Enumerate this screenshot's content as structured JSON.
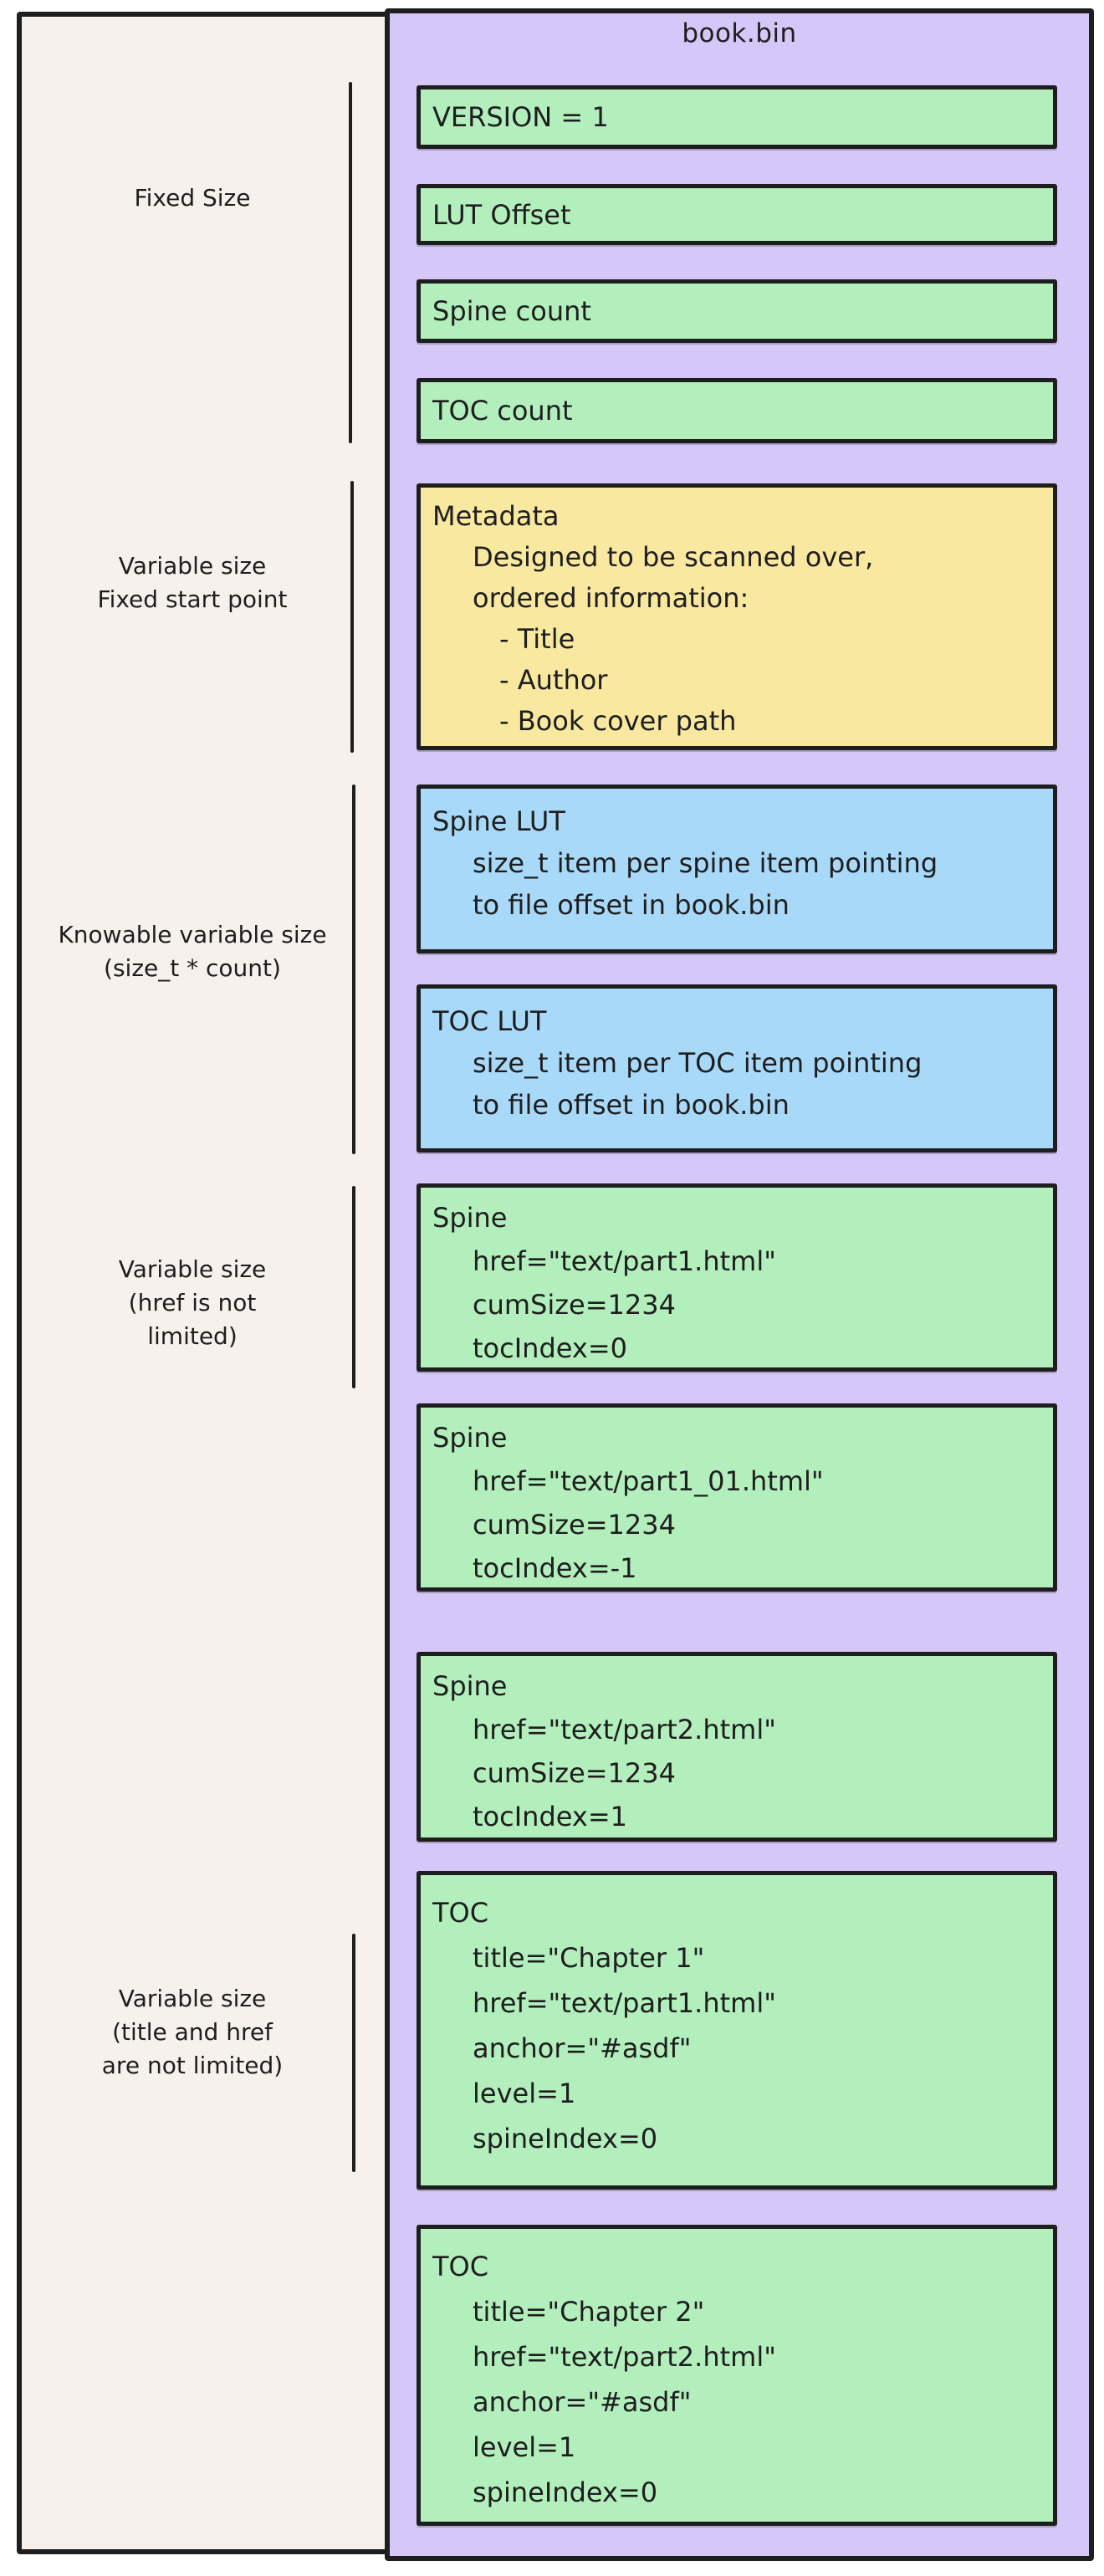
{
  "title": "book.bin",
  "palette": {
    "container": "#d5c7f7",
    "panel": "#f6f1ec",
    "green": "#b3efbd",
    "blue": "#a9d9f9",
    "yellow": "#f9e8a0",
    "stroke": "#1e1e1e"
  },
  "left_labels": [
    {
      "lines": [
        "Fixed Size"
      ]
    },
    {
      "lines": [
        "Variable size",
        "Fixed start point"
      ]
    },
    {
      "lines": [
        "Knowable variable size",
        "(size_t * count)"
      ]
    },
    {
      "lines": [
        "Variable size",
        "(href is not",
        "limited)"
      ]
    },
    {
      "lines": [
        "Variable size",
        "(title and href",
        "are not limited)"
      ]
    }
  ],
  "boxes": [
    {
      "name": "version",
      "color": "green",
      "lines": [
        {
          "t": "VERSION = 1",
          "i": 0
        }
      ]
    },
    {
      "name": "lut-offset",
      "color": "green",
      "lines": [
        {
          "t": "LUT Offset",
          "i": 0
        }
      ]
    },
    {
      "name": "spine-count",
      "color": "green",
      "lines": [
        {
          "t": "Spine count",
          "i": 0
        }
      ]
    },
    {
      "name": "toc-count",
      "color": "green",
      "lines": [
        {
          "t": "TOC count",
          "i": 0
        }
      ]
    },
    {
      "name": "metadata",
      "color": "yellow",
      "lines": [
        {
          "t": "Metadata",
          "i": 0
        },
        {
          "t": "Designed to be scanned over,",
          "i": 1
        },
        {
          "t": "ordered information:",
          "i": 1
        },
        {
          "t": "- Title",
          "i": 2
        },
        {
          "t": "- Author",
          "i": 2
        },
        {
          "t": "- Book cover path",
          "i": 2
        }
      ]
    },
    {
      "name": "spine-lut",
      "color": "blue",
      "lines": [
        {
          "t": "Spine LUT",
          "i": 0
        },
        {
          "t": "size_t item per spine item pointing",
          "i": 1
        },
        {
          "t": "to file offset in book.bin",
          "i": 1
        }
      ]
    },
    {
      "name": "toc-lut",
      "color": "blue",
      "lines": [
        {
          "t": "TOC LUT",
          "i": 0
        },
        {
          "t": "size_t item per TOC item pointing",
          "i": 1
        },
        {
          "t": "to file offset in book.bin",
          "i": 1
        }
      ]
    },
    {
      "name": "spine-1",
      "color": "green",
      "lines": [
        {
          "t": "Spine",
          "i": 0
        },
        {
          "t": "href=\"text/part1.html\"",
          "i": 1
        },
        {
          "t": "cumSize=1234",
          "i": 1
        },
        {
          "t": "tocIndex=0",
          "i": 1
        }
      ]
    },
    {
      "name": "spine-2",
      "color": "green",
      "lines": [
        {
          "t": "Spine",
          "i": 0
        },
        {
          "t": "href=\"text/part1_01.html\"",
          "i": 1
        },
        {
          "t": "cumSize=1234",
          "i": 1
        },
        {
          "t": "tocIndex=-1",
          "i": 1
        }
      ]
    },
    {
      "name": "spine-3",
      "color": "green",
      "lines": [
        {
          "t": "Spine",
          "i": 0
        },
        {
          "t": "href=\"text/part2.html\"",
          "i": 1
        },
        {
          "t": "cumSize=1234",
          "i": 1
        },
        {
          "t": "tocIndex=1",
          "i": 1
        }
      ]
    },
    {
      "name": "toc-1",
      "color": "green",
      "lines": [
        {
          "t": "TOC",
          "i": 0
        },
        {
          "t": "title=\"Chapter 1\"",
          "i": 1
        },
        {
          "t": "href=\"text/part1.html\"",
          "i": 1
        },
        {
          "t": "anchor=\"#asdf\"",
          "i": 1
        },
        {
          "t": "level=1",
          "i": 1
        },
        {
          "t": "spineIndex=0",
          "i": 1
        }
      ]
    },
    {
      "name": "toc-2",
      "color": "green",
      "lines": [
        {
          "t": "TOC",
          "i": 0
        },
        {
          "t": "title=\"Chapter 2\"",
          "i": 1
        },
        {
          "t": "href=\"text/part2.html\"",
          "i": 1
        },
        {
          "t": "anchor=\"#asdf\"",
          "i": 1
        },
        {
          "t": "level=1",
          "i": 1
        },
        {
          "t": "spineIndex=0",
          "i": 1
        }
      ]
    }
  ]
}
